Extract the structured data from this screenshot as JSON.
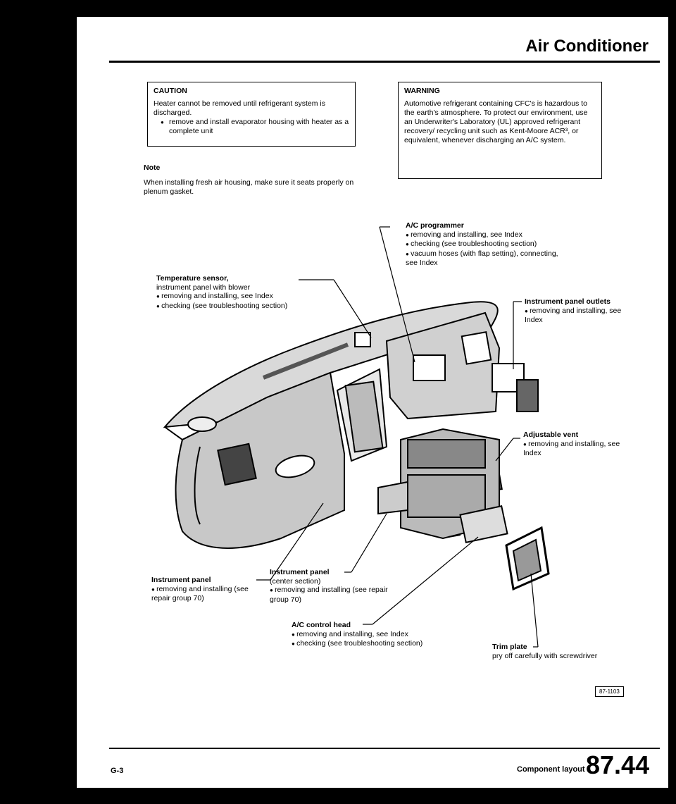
{
  "header": {
    "title": "Air Conditioner"
  },
  "caution": {
    "heading": "CAUTION",
    "text": "Heater cannot be removed until refrigerant system is discharged.",
    "bullets": [
      "remove and install evaporator housing with heater as a complete unit"
    ]
  },
  "warning": {
    "heading": "WARNING",
    "text": "Automotive refrigerant containing CFC's is hazardous to the earth's atmosphere. To protect our environment, use an Underwriter's Laboratory (UL) approved refrigerant recovery/ recycling unit such as Kent-Moore ACR³, or equivalent, whenever discharging an A/C system."
  },
  "note": {
    "heading": "Note",
    "text": "When installing fresh air housing, make sure it seats properly on plenum gasket."
  },
  "labels": {
    "ac_programmer": {
      "title": "A/C programmer",
      "bullets": [
        "removing and installing, see Index",
        "checking (see troubleshooting section)",
        "vacuum hoses (with flap setting), connecting, see Index"
      ]
    },
    "temp_sensor": {
      "title": "Temperature sensor,",
      "sub": "instrument panel with blower",
      "bullets": [
        "removing and installing, see Index",
        "checking (see troubleshooting section)"
      ]
    },
    "panel_outlets": {
      "title": "Instrument panel outlets",
      "bullets": [
        "removing and installing, see Index"
      ]
    },
    "adjustable_vent": {
      "title": "Adjustable vent",
      "bullets": [
        "removing and installing, see Index"
      ]
    },
    "instrument_panel": {
      "title": "Instrument panel",
      "bullets": [
        "removing and installing (see repair group 70)"
      ]
    },
    "instrument_panel_center": {
      "title": "Instrument panel",
      "sub": "(center section)",
      "bullets": [
        "removing and installing (see repair group 70)"
      ]
    },
    "ac_control_head": {
      "title": "A/C control head",
      "bullets": [
        "removing and installing, see Index",
        "checking (see troubleshooting section)"
      ]
    },
    "trim_plate": {
      "title": "Trim plate",
      "sub": "pry off carefully with screwdriver"
    }
  },
  "figure_number": "87-1103",
  "footer": {
    "left": "G-3",
    "section": "Component layout",
    "page": "87.44"
  }
}
